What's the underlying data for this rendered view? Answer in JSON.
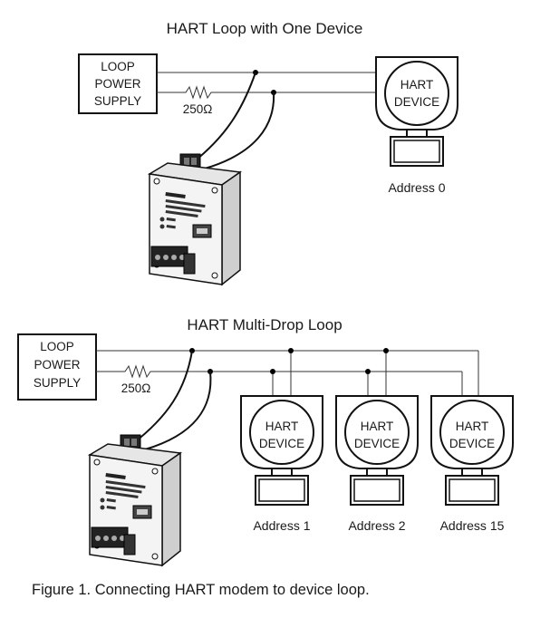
{
  "diagram1": {
    "title": "HART Loop with One Device",
    "psu": [
      "LOOP",
      "POWER",
      "SUPPLY"
    ],
    "resistor": "250Ω",
    "device": [
      "HART",
      "DEVICE"
    ],
    "address": "Address 0"
  },
  "diagram2": {
    "title": "HART Multi-Drop Loop",
    "psu": [
      "LOOP",
      "POWER",
      "SUPPLY"
    ],
    "resistor": "250Ω",
    "devices": [
      {
        "line1": "HART",
        "line2": "DEVICE",
        "address": "Address 1"
      },
      {
        "line1": "HART",
        "line2": "DEVICE",
        "address": "Address 2"
      },
      {
        "line1": "HART",
        "line2": "DEVICE",
        "address": "Address 15"
      }
    ]
  },
  "caption": "Figure 1. Connecting HART modem to device loop."
}
